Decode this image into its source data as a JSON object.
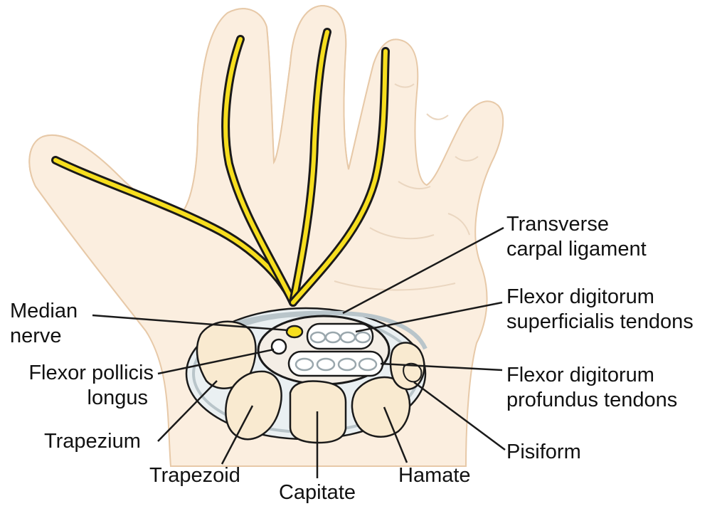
{
  "colors": {
    "nerve_region": "#faee8f",
    "skin": "#fbeedf",
    "nerve": "#f6de1e",
    "bone": "#f9ead0",
    "outline": "#1a1a1a",
    "ligament": "#b9c5ca"
  },
  "labels": {
    "transverse_carpal_ligament": [
      "Transverse",
      "carpal ligament"
    ],
    "median_nerve": [
      "Median",
      "nerve"
    ],
    "flexor_digitorum_superficialis": [
      "Flexor digitorum",
      "superficialis tendons"
    ],
    "flexor_pollicis_longus": [
      "Flexor pollicis",
      "longus"
    ],
    "flexor_digitorum_profundus": [
      "Flexor digitorum",
      "profundus tendons"
    ],
    "trapezium": "Trapezium",
    "pisiform": "Pisiform",
    "trapezoid": "Trapezoid",
    "hamate": "Hamate",
    "capitate": "Capitate"
  }
}
